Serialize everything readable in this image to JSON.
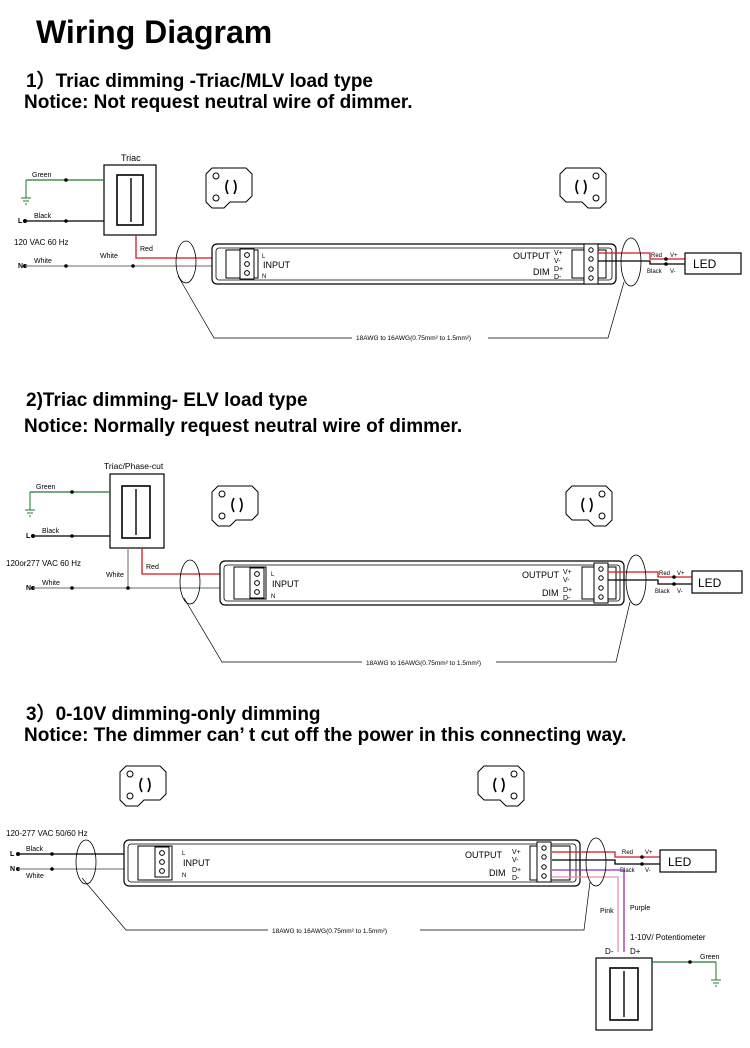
{
  "title": "Wiring Diagram",
  "colors": {
    "red": "#d4181f",
    "purple": "#9b2fae",
    "pink": "#e58fb0",
    "green": "#1f7a2a"
  },
  "sections": [
    {
      "heading": "1）Triac dimming -Triac/MLV load type",
      "notice": "Notice: Not request neutral wire of dimmer.",
      "dimmer_label": "Triac",
      "supply_label": "120 VAC  60 Hz",
      "wires": {
        "green": "Green",
        "black": "Black",
        "white": "White",
        "red": "Red",
        "l": "L",
        "n": "N"
      },
      "driver": {
        "input_label": "INPUT",
        "l": "L",
        "n": "N",
        "output_label": "OUTPUT",
        "vplus": "V+",
        "vminus": "V-",
        "dim_label": "DIM",
        "dplus": "D+",
        "dminus": "D-"
      },
      "output_wires": {
        "red": "Red",
        "black": "Black",
        "vplus": "V+",
        "vminus": "V-"
      },
      "led_label": "LED",
      "gauge_label": "18AWG to 16AWG(0.75mm² to 1.5mm²)"
    },
    {
      "heading": "2)Triac dimming- ELV load type",
      "notice": "Notice: Normally request neutral wire of dimmer.",
      "dimmer_label": "Triac/Phase-cut",
      "supply_label": "120or277 VAC  60 Hz",
      "wires": {
        "green": "Green",
        "black": "Black",
        "white": "White",
        "red": "Red",
        "l": "L",
        "n": "N"
      },
      "driver": {
        "input_label": "INPUT",
        "l": "L",
        "n": "N",
        "output_label": "OUTPUT",
        "vplus": "V+",
        "vminus": "V-",
        "dim_label": "DIM",
        "dplus": "D+",
        "dminus": "D-"
      },
      "output_wires": {
        "red": "Red",
        "black": "Black",
        "vplus": "V+",
        "vminus": "V-"
      },
      "led_label": "LED",
      "gauge_label": "18AWG to 16AWG(0.75mm² to 1.5mm²)"
    },
    {
      "heading": "3）0-10V dimming-only dimming",
      "notice": "Notice: The dimmer can’ t cut off the power in this connecting way.",
      "supply_label": "120-277 VAC  50/60 Hz",
      "wires": {
        "black": "Black",
        "white": "White",
        "l": "L",
        "n": "N",
        "pink": "Pink",
        "purple": "Purple",
        "green": "Green"
      },
      "driver": {
        "input_label": "INPUT",
        "l": "L",
        "n": "N",
        "output_label": "OUTPUT",
        "vplus": "V+",
        "vminus": "V-",
        "dim_label": "DIM",
        "dplus": "D+",
        "dminus": "D-"
      },
      "output_wires": {
        "red": "Red",
        "black": "Black",
        "vplus": "V+",
        "vminus": "V-"
      },
      "led_label": "LED",
      "gauge_label": "18AWG to 16AWG(0.75mm² to 1.5mm²)",
      "potentiometer_label": "1-10V/ Potentiometer",
      "pot_dminus": "D-",
      "pot_dplus": "D+"
    }
  ]
}
